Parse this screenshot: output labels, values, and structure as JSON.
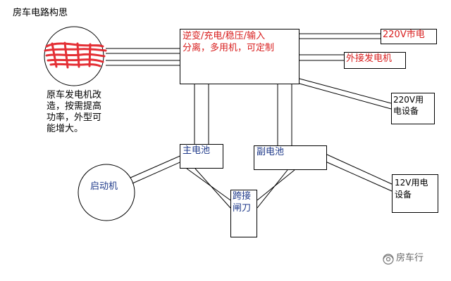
{
  "title": "房车电路构思",
  "nodes": {
    "inverter": {
      "line1": "逆变/充电/稳压/输入",
      "line2": "分离，多用机，可定制"
    },
    "city_power": {
      "label": "220V市电"
    },
    "external_generator": {
      "label": "外接发电机"
    },
    "original_alternator": {
      "note": "原车发电机改造，按需提高功率，外型可能增大。"
    },
    "load_220v": {
      "line1": "220V用",
      "line2": "电设备"
    },
    "main_battery": {
      "label": "主电池"
    },
    "aux_battery": {
      "label": "副电池"
    },
    "starter": {
      "label": "启动机"
    },
    "jumper_switch": {
      "line1": "跨接",
      "line2": "闸刀"
    },
    "load_12v": {
      "line1": "12V用电",
      "line2": "设备"
    }
  },
  "watermark": {
    "text": "房车行"
  },
  "colors": {
    "stroke": "#000000",
    "accent_red": "#d81e1e",
    "label_blue": "#1f3a8a",
    "scribble": "#e3242b"
  }
}
